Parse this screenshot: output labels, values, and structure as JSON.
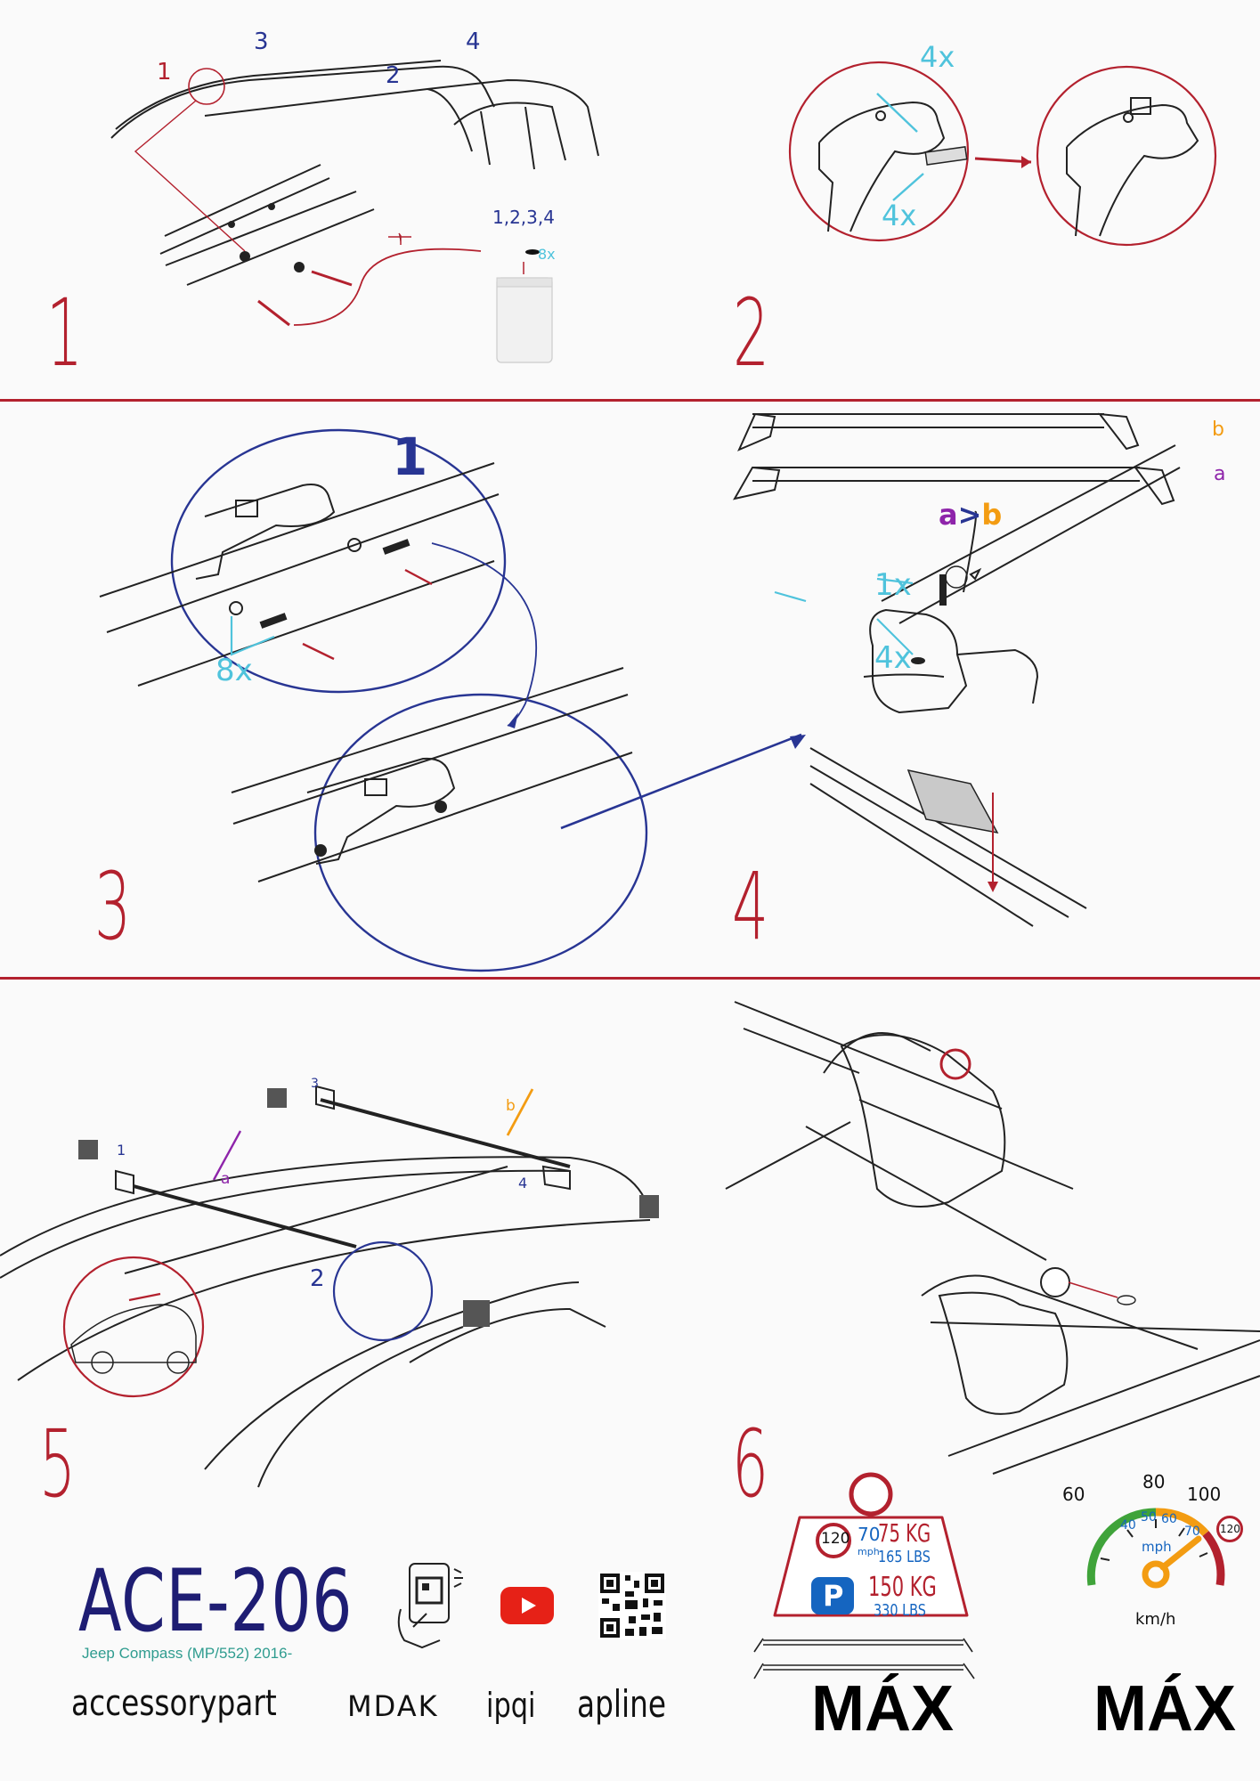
{
  "steps": {
    "s1": {
      "number": "1",
      "callout_numbers": [
        "1",
        "2",
        "3",
        "4"
      ],
      "bag_label": "1,2,3,4",
      "bag_count": "8x"
    },
    "s2": {
      "number": "2",
      "top_count": "4x",
      "bottom_count": "4x"
    },
    "s3": {
      "number": "3",
      "zoom_label": "1",
      "washer_count": "8x"
    },
    "s4": {
      "number": "4",
      "bar_b": "b",
      "bar_a": "a",
      "rule_a": "a",
      "rule_gt": ">",
      "rule_b": "b",
      "key_count": "1x",
      "bolt_count": "4x"
    },
    "s5": {
      "number": "5",
      "label_a": "a",
      "label_b": "b",
      "foot_1": "1",
      "foot_2": "2",
      "foot_3": "3",
      "foot_4": "4"
    },
    "s6": {
      "number": "6"
    }
  },
  "load": {
    "speed_sign": "120",
    "kg_70": "70",
    "kg_75": "75 KG",
    "mph": "mph",
    "lbs_165": "165 LBS",
    "parking_sign": "P",
    "kg_150": "150 KG",
    "lbs_330": "330 LBS",
    "max_label": "MÁX"
  },
  "speedometer": {
    "kmh_ticks": [
      "60",
      "80",
      "100"
    ],
    "mph_ticks": [
      "40",
      "50",
      "60",
      "70"
    ],
    "mph_label": "mph",
    "unit": "km/h",
    "limit_sign": "120",
    "max_label": "MÁX"
  },
  "footer": {
    "model": "ACE-206",
    "vehicle": "Jeep Compass (MP/552) 2016-",
    "brands": [
      "accessorypart",
      "MDAK",
      "ipqi",
      "apline"
    ]
  },
  "colors": {
    "red": "#b3212e",
    "navy": "#283593",
    "cyan": "#4fc3dc",
    "orange": "#f39c12",
    "purple": "#8e24aa"
  }
}
